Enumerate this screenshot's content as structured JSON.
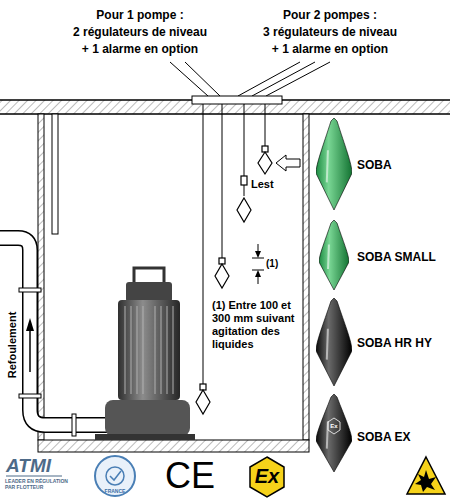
{
  "diagram": {
    "nodes": [
      {
        "text": [
          "SOBA"
        ]
      },
      {
        "text": [
          "SOBA SMALL"
        ]
      },
      {
        "text": [
          "SOBA HR HY"
        ]
      },
      {
        "text": [
          "SOBA EX"
        ]
      }
    ],
    "labels": [
      "Pour 1 pompe :",
      "2 régulateurs de niveau",
      "+ 1 alarme en option",
      "Pour 2 pompes :",
      "3 régulateurs de niveau",
      "+ 1 alarme en option",
      "Lest",
      "(1)",
      "(1) Entre 100 et 300 mm suivant agitation des liquides",
      "Refoulement",
      "ATMI",
      "LEADER EN RÉGULATION PAR FLOTTEUR",
      "FRANCE",
      "CE",
      "Ex",
      "Ex"
    ]
  }
}
